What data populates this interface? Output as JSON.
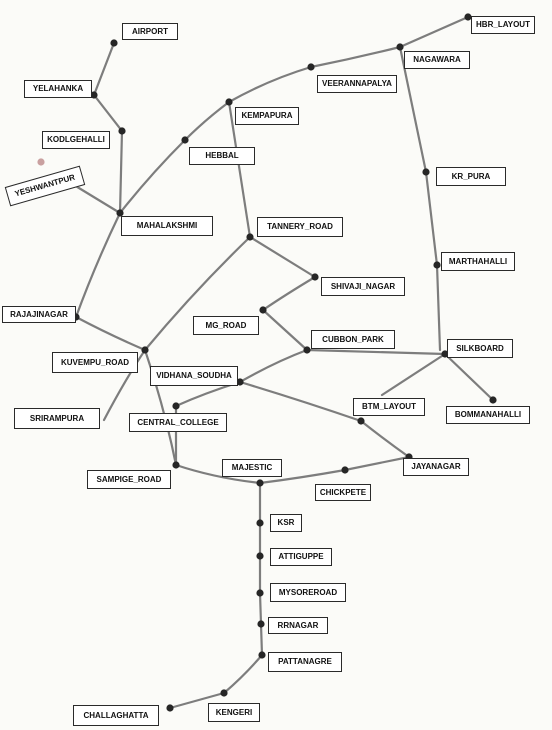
{
  "diagram": {
    "stations": {
      "airport": "AIRPORT",
      "hbr_layout": "HBR_LAYOUT",
      "yelahanka": "YELAHANKA",
      "nagawara": "NAGAWARA",
      "veerannapalya": "VEERANNAPALYA",
      "kempapura": "KEMPAPURA",
      "kodlgehalli": "KODLGEHALLI",
      "hebbal": "HEBBAL",
      "kr_pura": "KR_PURA",
      "yeshwantpur": "YESHWANTPUR",
      "mahalakshmi": "MAHALAKSHMI",
      "tannery_road": "TANNERY_ROAD",
      "marthahalli": "MARTHAHALLI",
      "shivaji_nagar": "SHIVAJI_NAGAR",
      "rajajinagar": "RAJAJINAGAR",
      "mg_road": "MG_ROAD",
      "cubbon_park": "CUBBON_PARK",
      "silkboard": "SILKBOARD",
      "kuvempu_road": "KUVEMPU_ROAD",
      "vidhana_soudha": "VIDHANA_SOUDHA",
      "btm_layout": "BTM_LAYOUT",
      "bommanahalli": "BOMMANAHALLI",
      "srirampura": "SRIRAMPURA",
      "central_college": "CENTRAL_COLLEGE",
      "majestic": "MAJESTIC",
      "jayanagar": "JAYANAGAR",
      "sampige_road": "SAMPIGE_ROAD",
      "chickpete": "CHICKPETE",
      "ksr": "KSR",
      "attiguppe": "ATTIGUPPE",
      "mysoreroad": "MYSOREROAD",
      "rrnagar": "RRNAGAR",
      "pattanagre": "PATTANAGRE",
      "challaghatta": "CHALLAGHATTA",
      "kengeri": "KENGERI"
    },
    "colors": {
      "line": "#7d7d7d",
      "node": "#262626",
      "label_border": "#2a2a2a",
      "background": "#fbfbf8",
      "yeshwantpur_node": "#c9a0a0"
    }
  }
}
